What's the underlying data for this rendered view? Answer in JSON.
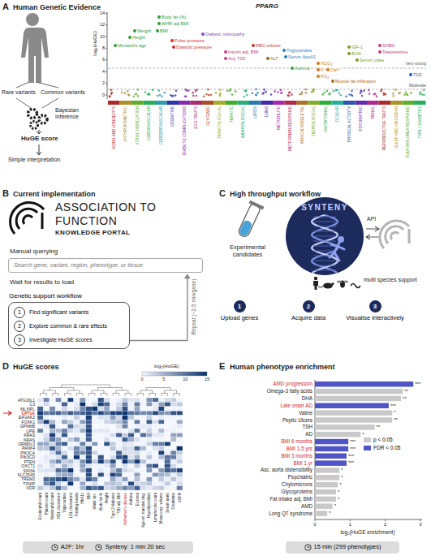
{
  "diagram": {
    "nodes": [
      {
        "text": [
          "Search gene, variant, region, phenotype, or tissue"
        ]
      },
      {
        "text": [
          "Genetic support workflow"
        ]
      },
      {
        "text": [
          "1",
          "Find significant variants"
        ],
        "in": 1
      },
      {
        "text": [
          "2",
          "Explore common & rare effects"
        ],
        "in": 1
      },
      {
        "text": [
          "3",
          "Investigate HuGE scores"
        ],
        "in": 1
      },
      {
        "text": [
          "SYNTENY"
        ]
      },
      {
        "text": [
          "1",
          "Upload genes"
        ]
      },
      {
        "text": [
          "2",
          "Acquire data"
        ]
      },
      {
        "text": [
          "3",
          "Visualise interactively"
        ]
      },
      {
        "text": [
          "A2F: 1hr",
          "Synteny: 1 min 20 sec"
        ]
      },
      {
        "text": [
          "15 min (299 phenotypes)"
        ]
      }
    ],
    "edges": [
      {
        "from": 1,
        "to": 0,
        "arrow": "to",
        "label": "Repeat (~2-5 min/gene)"
      }
    ],
    "labels": [
      "A",
      "Human Genetic Evidence",
      "B",
      "Current implementation",
      "C",
      "High throughput workflow",
      "D",
      "HuGE scores",
      "E",
      "Human phenotype enrichment",
      "Rare variants",
      "Common variants",
      "Bayesian inference",
      "HuGE score",
      "Simple interpretation",
      "PPARG",
      "log₂(HuGE)",
      "Very strong",
      "Moderate",
      "0",
      "2",
      "4",
      "6",
      "8",
      "10",
      "12",
      "14",
      "Body fat (%)",
      "WHR adj BMI",
      "Weight",
      "BMI",
      "Height",
      "Menarche age",
      "Pulse pressure",
      "Diastolic pressure",
      "Diabetic retinopathy",
      "Insulin adj. BMI",
      "Any T2D",
      "RBC volume",
      "ALT",
      "Triglycerides",
      "Serum ApoA1",
      "Asthma",
      "HCO₃⁻",
      "K⁺",
      "Ca²⁺",
      "PO₄",
      "Muscle fat infiltration",
      "IGF-1",
      "BUN",
      "Serum urate",
      "SHBG",
      "Testosterone",
      "T1D",
      "AGING AND LONGEVITY",
      "ANTHROPOMETRIC",
      "ATRIAL FIBRILLATION",
      "CARDIOVASCULAR",
      "CEREBROVASCULAR",
      "COGNITIVE",
      "DIABETIC COMPLICATIONS",
      "ECG TRAITS",
      "GLYCEMIC",
      "HEMATOLOGICAL",
      "HEPATIC",
      "IMMUNOLOGICAL",
      "LIPIDS",
      "LUNG",
      "METABOLITE",
      "METFORMIN RESPONSE",
      "MUSCULOSKELETAL",
      "NEUROLOGICAL",
      "NUTRITIONAL",
      "OCULAR",
      "PHYSICAL ACTIVITY",
      "PSYCHIATRIC",
      "RENAL",
      "REPRODUCTIVE TRAITS",
      "SLEEP AND CIRCADIAN",
      "SULFONYLUREA RESPONSE",
      "TYPE 1 DIABETES",
      "ASSOCIATION TO",
      "FUNCTION",
      "KNOWLEDGE PORTAL",
      "Manual querying",
      "Wait for results to load",
      "Experimental candidates",
      "API",
      "multi species support",
      "log₂(HuGE)",
      "0",
      "5",
      "10",
      "15",
      "ATG16L1",
      "C3",
      "MLXIPL",
      "CPT1A",
      "EIF2AK2",
      "FOXK1",
      "GPNMB",
      "LIPE",
      "KRAS",
      "NRAS",
      "ORMDL3",
      "PANK4",
      "PIK3CA",
      "PIK3CD",
      "PTEN",
      "OXCT1",
      "SIN3A",
      "SLC25A5",
      "TREM2",
      "TXNIP",
      "VDR",
      "Eosinophil count",
      "Platelet count",
      "Neutrophil count",
      "HDL cholesterol",
      "Triglycerides",
      "LDL cholesterol",
      "Fasting insulin",
      "HbA1c",
      "BMI",
      "Waist circ.",
      "Body fat %",
      "Height",
      "Type 2 diabetes",
      "T2D adj. BMI",
      "Alzheimer's disease",
      "Asthma",
      "Eczema",
      "Age-rel. macular deg.",
      "Hypothyroidism",
      "Lymphocyte count",
      "Mean corp. volume",
      "Serum urate",
      "Creatinine",
      "eGFR",
      "AMD progression",
      "Omega-3 fatty acids",
      "DHA",
      "Late onset AD",
      "Valine",
      "Peptic Ulcers",
      "TSH",
      "AD",
      "BMI 6 months",
      "BMI 1-5 yrs",
      "BMI 3 months",
      "BMI 1 yr",
      "Asc. aorta distensibility",
      "Psychiatric",
      "Chylomicrons",
      "Glycoproteins",
      "Fat intake adj. BMI",
      "AMD",
      "Long QT syndrome",
      "***",
      "**",
      "**",
      "***",
      "*",
      "**",
      "**",
      "*",
      "***",
      "***",
      "***",
      "***",
      "*",
      "*",
      "*",
      "*",
      "*",
      "*",
      "*",
      "0",
      "1",
      "2",
      "3",
      "log₂(HuGE enrichment)"
    ],
    "legend": [
      {
        "text": "p < 0.05",
        "color": "#c9c9c9"
      },
      {
        "text": "FDR < 0.05",
        "color": "#4f55c4"
      }
    ]
  }
}
